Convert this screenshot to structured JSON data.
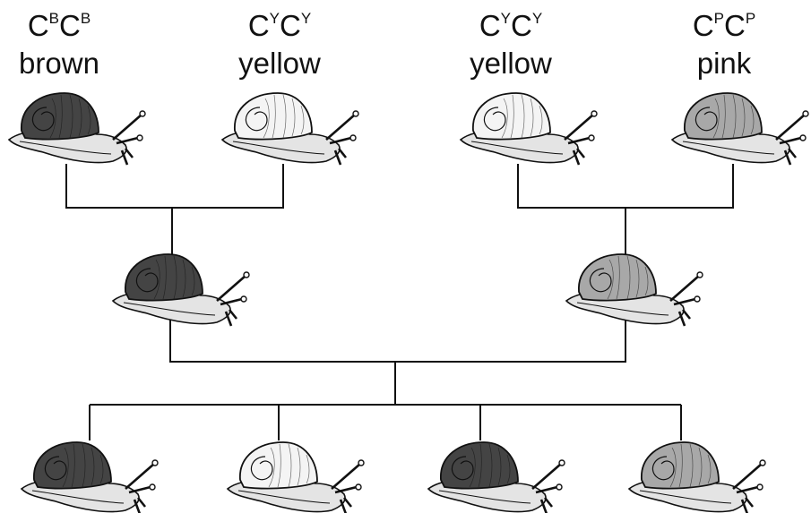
{
  "colors": {
    "brown": "#444444",
    "yellow": "#f4f4f4",
    "pink": "#a8a8a8",
    "body": "#e4e4e4",
    "stroke": "#111111"
  },
  "grandparents": [
    {
      "allele": "C",
      "sup": "B",
      "phenotype": "brown",
      "shell": "brown"
    },
    {
      "allele": "C",
      "sup": "Y",
      "phenotype": "yellow",
      "shell": "yellow"
    },
    {
      "allele": "C",
      "sup": "Y",
      "phenotype": "yellow",
      "shell": "yellow"
    },
    {
      "allele": "C",
      "sup": "P",
      "phenotype": "pink",
      "shell": "pink"
    }
  ],
  "parents": [
    {
      "shell": "brown"
    },
    {
      "shell": "pink"
    }
  ],
  "offspring": [
    {
      "shell": "brown"
    },
    {
      "shell": "yellow"
    },
    {
      "shell": "brown"
    },
    {
      "shell": "pink"
    }
  ]
}
